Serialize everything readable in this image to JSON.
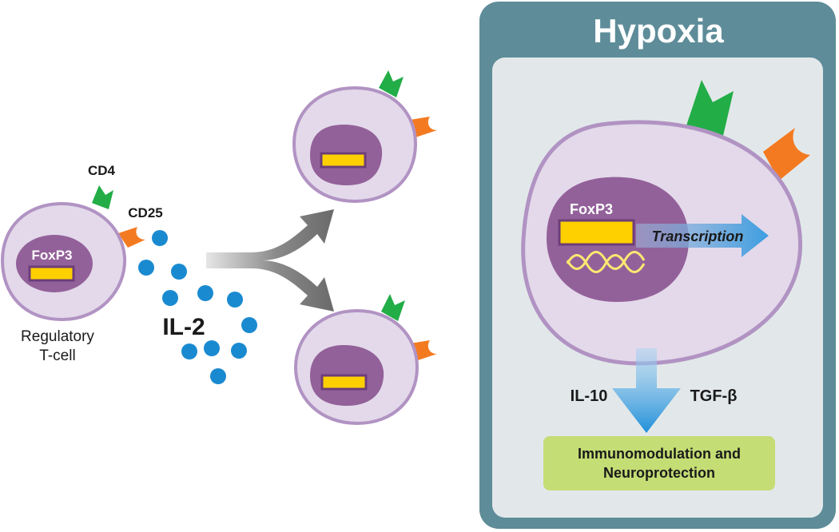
{
  "colors": {
    "cell_fill": "#e3d9ea",
    "cell_stroke": "#b193c3",
    "nucleus_fill": "#93619a",
    "gene_fill": "#ffd000",
    "gene_stroke": "#6c3e79",
    "cd4_receptor": "#22ad47",
    "cd25_receptor": "#f47a21",
    "il2_dot": "#1a8ad0",
    "panel_frame": "#5e8c99",
    "panel_fill": "#e2e8ea",
    "outcome_box": "#c4dd74",
    "arrow_gray": "#6e6e6e",
    "arrow_blue": "#3d9ee0"
  },
  "icons": {
    "cd4": "green-notched-receptor",
    "cd25": "orange-hook-receptor",
    "il2": "blue-dot",
    "gene": "yellow-bar",
    "mrna": "yellow-wavy-strands"
  },
  "left": {
    "cell_gene_label": "FoxP3",
    "cd4_label": "CD4",
    "cd25_label": "CD25",
    "cell_label_line1": "Regulatory",
    "cell_label_line2": "T-cell",
    "cytokine_label": "IL-2"
  },
  "panel": {
    "title": "Hypoxia",
    "gene_label": "FoxP3",
    "transcription_label": "Transcription",
    "output_left": "IL-10",
    "output_right": "TGF-β",
    "outcome_line1": "Immunomodulation and",
    "outcome_line2": "Neuroprotection"
  }
}
